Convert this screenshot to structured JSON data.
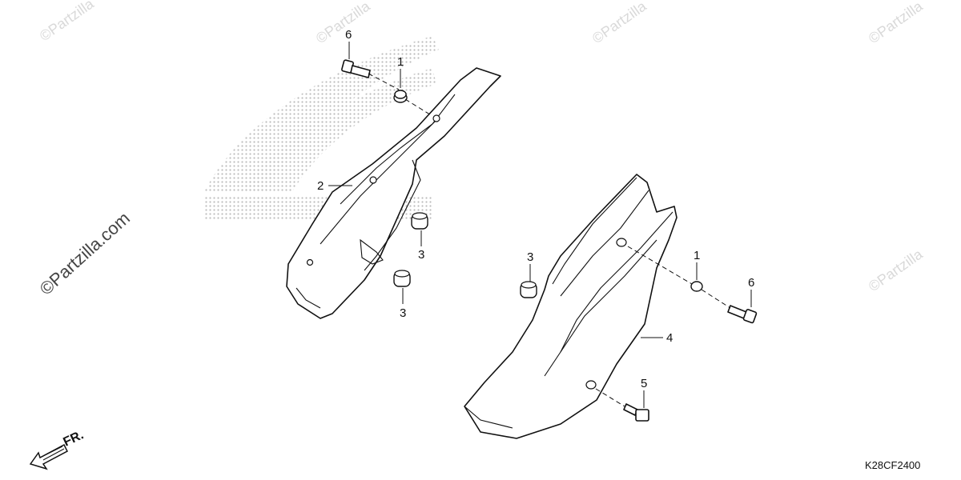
{
  "watermark_text": "©Partzilla",
  "brand_label": "©Partzilla.com",
  "diagram_code": "K28CF2400",
  "front_label": "FR.",
  "callouts": [
    {
      "label": "6"
    },
    {
      "label": "1"
    },
    {
      "label": "2"
    },
    {
      "label": "3"
    },
    {
      "label": "3"
    },
    {
      "label": "3"
    },
    {
      "label": "1"
    },
    {
      "label": "6"
    },
    {
      "label": "4"
    },
    {
      "label": "5"
    }
  ],
  "parts": [
    {
      "name": "left-side-cover"
    },
    {
      "name": "right-side-cover"
    }
  ],
  "colors": {
    "line": "#111111",
    "watermark": "#d9d9d9",
    "honda_dots": "#bdbdbd"
  }
}
